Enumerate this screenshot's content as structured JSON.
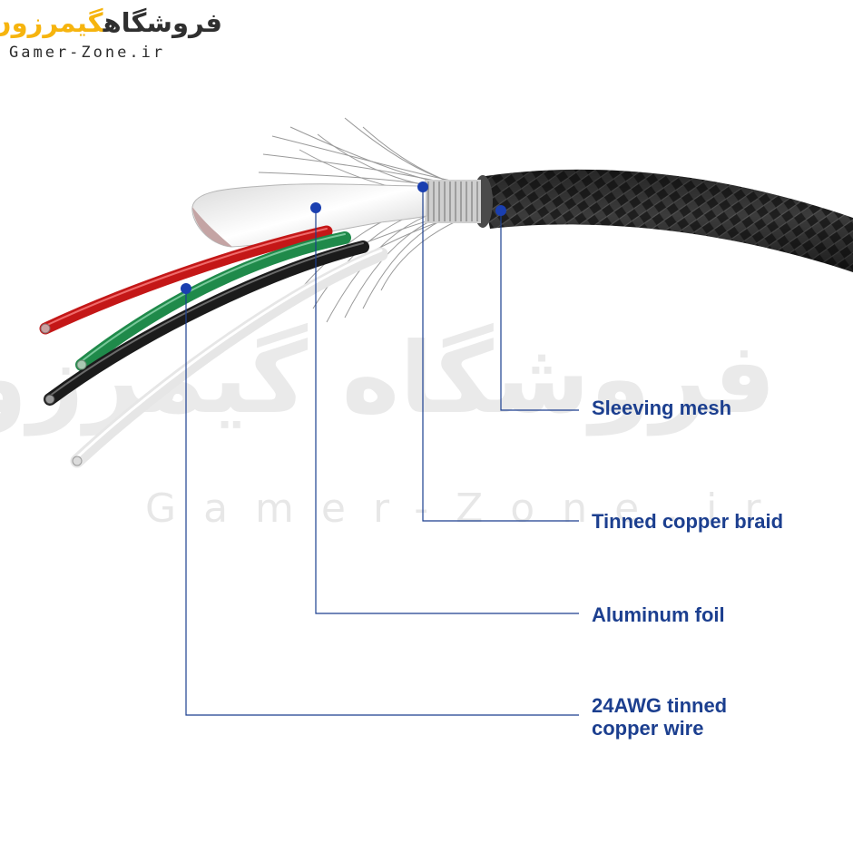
{
  "logo": {
    "fa_part1": "فروشگاه",
    "fa_part2": "گیمرزون",
    "en": "Gamer-Zone.ir",
    "colors": {
      "dark": "#2f2f2f",
      "accent": "#f6b40e"
    }
  },
  "watermark": {
    "fa": "فروشگاه گیمرزون",
    "en": "Gamer-Zone.ir"
  },
  "callouts": [
    {
      "label": "Sleeving mesh"
    },
    {
      "label": "Tinned copper braid"
    },
    {
      "label": "Aluminum foil"
    },
    {
      "label_line1": "24AWG tinned",
      "label_line2": "copper wire"
    }
  ],
  "colors": {
    "leader": "#1c3f8f",
    "dot": "#1a3fb0",
    "label": "#1c3f8f",
    "wire_red": "#c41717",
    "wire_green": "#1f8a4a",
    "wire_black": "#1b1b1b",
    "wire_white": "#f1f1f1",
    "mesh": "#2a2a2a"
  }
}
